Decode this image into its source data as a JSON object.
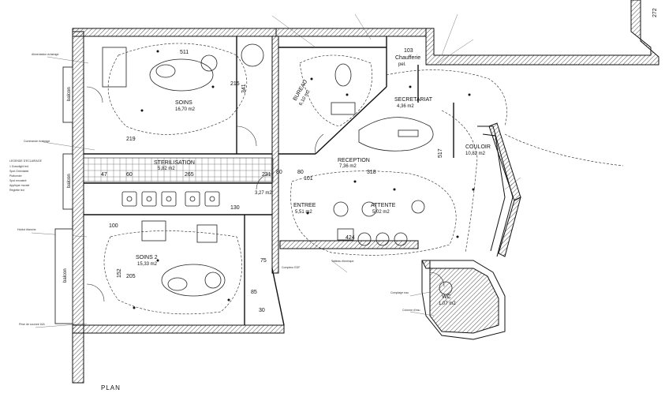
{
  "plan_title": "PLAN",
  "rooms": [
    {
      "id": "soins",
      "name": "SOINS",
      "area": "16,70 m2"
    },
    {
      "id": "bureau",
      "name": "BUREAU",
      "area": "6,10 m2"
    },
    {
      "id": "secretariat",
      "name": "SECRETARIAT",
      "area": "4,36 m2"
    },
    {
      "id": "chaufferie",
      "name": "Chaufferie",
      "area": "pel."
    },
    {
      "id": "couloir",
      "name": "COULOIR",
      "area": "10,82 m2"
    },
    {
      "id": "sterilisation",
      "name": "STERILISATION",
      "area": "5,82 m2"
    },
    {
      "id": "reception",
      "name": "RECEPTION",
      "area": "7,36 m2"
    },
    {
      "id": "entree",
      "name": "ENTREE",
      "area": "5,51 m2"
    },
    {
      "id": "attente",
      "name": "ATTENTE",
      "area": "5,02 m2"
    },
    {
      "id": "soins2",
      "name": "SOINS 2",
      "area": "15,33 m2"
    },
    {
      "id": "wc",
      "name": "WC",
      "area": "1,07 m2"
    },
    {
      "id": "small",
      "name": "",
      "area": "3,27 m2"
    }
  ],
  "dimensions": [
    "511",
    "215",
    "341",
    "219",
    "47",
    "60",
    "265",
    "231",
    "80",
    "80",
    "318",
    "517",
    "103",
    "101",
    "424",
    "100",
    "130",
    "205",
    "152",
    "85",
    "75",
    "272",
    "30"
  ],
  "side_labels": [
    "balcon",
    "balcon",
    "balcon"
  ],
  "legend": {
    "title": "LEGENDE D'ECLAIRAGE",
    "items": [
      "1 Downlight led",
      "Spot Orientable",
      "Plafonnier",
      "Spot encastré",
      "Applique murale",
      "Réglette led"
    ]
  },
  "callouts": [
    "Alimentation éclairage",
    "Commande éclairage",
    "Compteur EDF",
    "Tableau électrique",
    "Comptage eau",
    "Colonne d'eau",
    "Prise de courant 16A",
    "Hublot étanche"
  ]
}
